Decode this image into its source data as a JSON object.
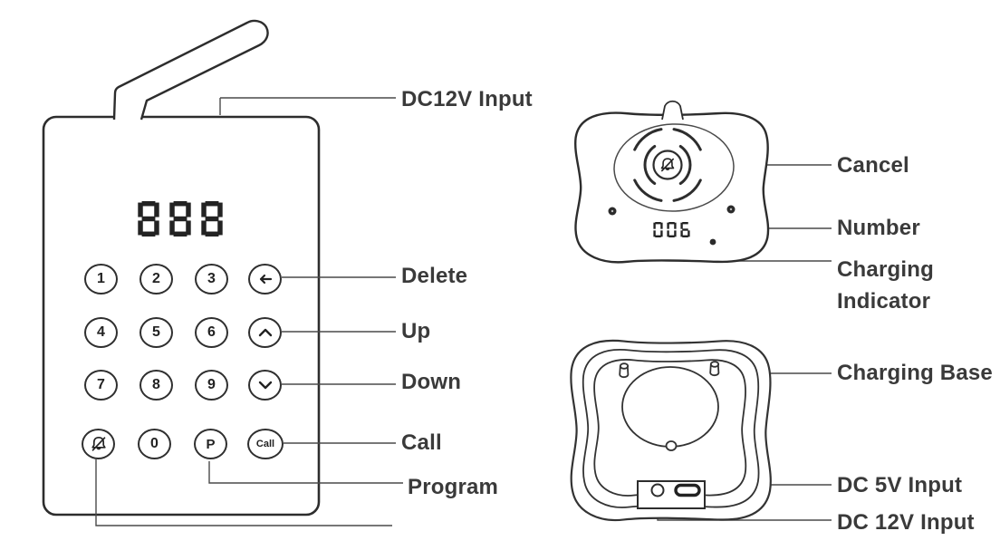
{
  "transmitter": {
    "display": "888",
    "keys": [
      "1",
      "2",
      "3",
      "4",
      "5",
      "6",
      "7",
      "8",
      "9",
      "0",
      "P",
      "Call"
    ],
    "key_icons": {
      "delete": "left-arrow-icon",
      "up": "chevron-up-icon",
      "down": "chevron-down-icon",
      "mute": "bell-slash-icon"
    },
    "callouts": {
      "dc12v": "DC12V Input",
      "delete": "Delete",
      "up": "Up",
      "down": "Down",
      "call": "Call",
      "program": "Program"
    }
  },
  "pager": {
    "display": "006",
    "button_icon": "bell-slash-icon",
    "callouts": {
      "cancel": "Cancel",
      "number": "Number",
      "charging_indicator": "Charging Indicator"
    }
  },
  "charging_base": {
    "callouts": {
      "base": "Charging Base",
      "dc5v": "DC 5V Input",
      "dc12v": "DC 12V Input"
    }
  },
  "colors": {
    "ink": "#2d2d2d",
    "label_text": "#3a3a3a",
    "background": "#ffffff"
  }
}
